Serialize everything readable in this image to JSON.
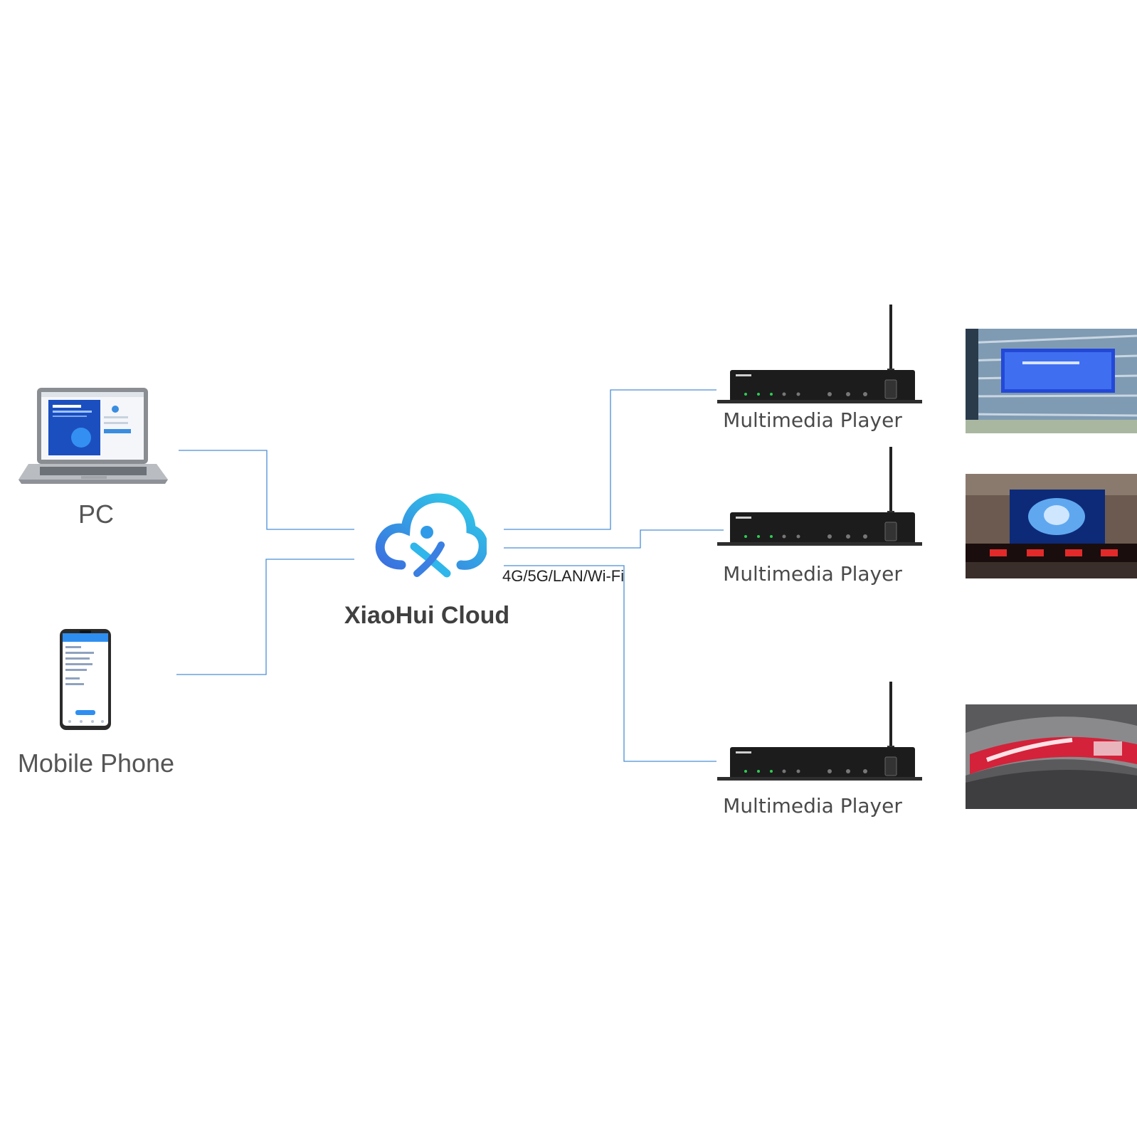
{
  "sources": {
    "pc": {
      "label": "PC",
      "icon": "laptop-icon"
    },
    "phone": {
      "label": "Mobile Phone",
      "icon": "smartphone-icon"
    }
  },
  "cloud": {
    "label": "XiaoHui Cloud",
    "icon": "xiaohui-cloud-logo"
  },
  "network": {
    "label": "4G/5G/LAN/Wi-Fi"
  },
  "players": [
    {
      "label": "Multimedia Player",
      "icon": "multimedia-player-box-icon",
      "screen": "building-facade-led-screen"
    },
    {
      "label": "Multimedia Player",
      "icon": "multimedia-player-box-icon",
      "screen": "storefront-led-screen"
    },
    {
      "label": "Multimedia Player",
      "icon": "multimedia-player-box-icon",
      "screen": "curved-outdoor-led-screen"
    }
  ],
  "colors": {
    "connector": "#4a8fd6",
    "cloud_gradient_start": "#3a6fe0",
    "cloud_gradient_end": "#2fd0e8",
    "device_body": "#1c1c1c"
  }
}
